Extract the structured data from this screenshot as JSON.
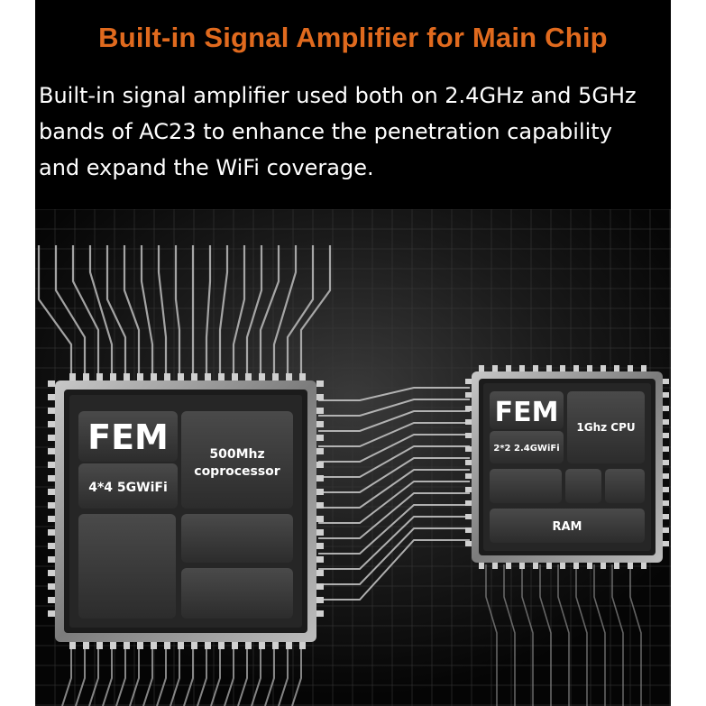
{
  "headline": {
    "text": "Built-in Signal Amplifier for Main Chip",
    "color": "#e06a1e"
  },
  "description": {
    "lines": [
      "Built-in signal amplifier used both on 2.4GHz and 5GHz",
      "bands of AC23 to enhance the penetration capability",
      "and expand the WiFi coverage."
    ]
  },
  "main_chip": {
    "fem_label": "FEM",
    "band_label": "4*4 5GWiFi",
    "coprocessor_label": [
      "500Mhz",
      "coprocessor"
    ]
  },
  "side_chip": {
    "fem_label": "FEM",
    "band_label": "2*2 2.4GWiFi",
    "cpu_label": "1Ghz CPU",
    "ram_label": "RAM"
  },
  "colors": {
    "background": "#000000",
    "chip_body": "#333333",
    "chip_frame": "#9a9a9a",
    "text": "#ffffff"
  }
}
